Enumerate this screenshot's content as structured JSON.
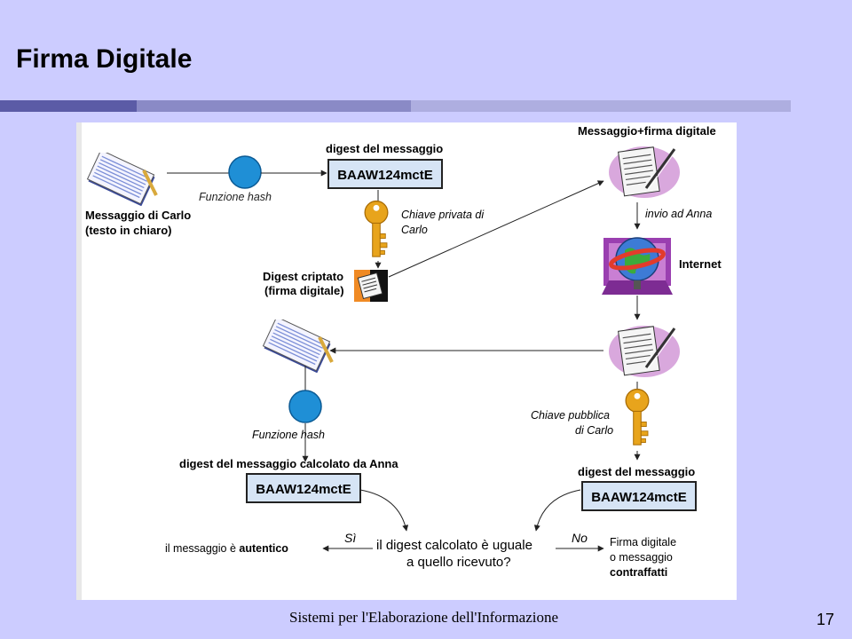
{
  "slide": {
    "title": "Firma Digitale",
    "footer": "Sistemi per l'Elaborazione dell'Informazione",
    "page_number": "17"
  },
  "diagram": {
    "sender_message_label_1": "Messaggio di Carlo",
    "sender_message_label_2": "(testo in chiaro)",
    "hash_function_label": "Funzione hash",
    "digest_title": "digest del messaggio",
    "digest_value": "BAAW124mctE",
    "private_key_label_1": "Chiave privata di",
    "private_key_label_2": "Carlo",
    "encrypted_digest_label_1": "Digest criptato",
    "encrypted_digest_label_2": "(firma digitale)",
    "signed_message_label": "Messaggio+firma digitale",
    "send_label": "invio ad Anna",
    "internet_label": "Internet",
    "public_key_label_1": "Chiave pubblica",
    "public_key_label_2": "di Carlo",
    "hash_function_label_2": "Funzione hash",
    "computed_digest_title": "digest del messaggio calcolato da Anna",
    "computed_digest_value": "BAAW124mctE",
    "received_digest_title": "digest del messaggio",
    "received_digest_value": "BAAW124mctE",
    "question_1": "il digest calcolato è uguale",
    "question_2": "a quello ricevuto?",
    "yes_label": "Sì",
    "no_label": "No",
    "authentic_prefix": "il messaggio è ",
    "authentic_word": "autentico",
    "forged_1": "Firma digitale",
    "forged_2": "o messaggio",
    "forged_3": "contraffatti"
  },
  "colors": {
    "background": "#ccccff",
    "bar_dark": "#5b5ba6",
    "bar_mid": "#8a8ac6",
    "bar_light": "#aeaee0",
    "hash_circle": "#1f8fd6",
    "key_gold": "#e8a41c",
    "digest_box_fill": "#d6e4f5"
  },
  "icons": [
    "document-icon",
    "hash-circle-icon",
    "key-icon",
    "encrypted-doc-icon",
    "signed-document-icon",
    "globe-icon"
  ]
}
